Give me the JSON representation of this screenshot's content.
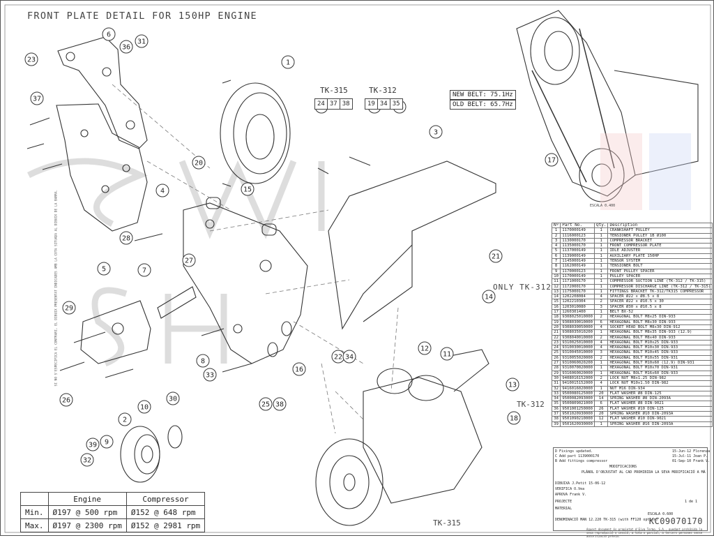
{
  "title": "FRONT PLATE DETAIL FOR 150HP ENGINE",
  "labels": {
    "only_tk312": "ONLY TK-312",
    "tk312_bottom": "TK-312",
    "tk315_bottom": "TK-315",
    "scale_note": "ESCALA 0.400"
  },
  "tk_groups": [
    {
      "name": "TK-315",
      "items": [
        "24",
        "37",
        "38"
      ]
    },
    {
      "name": "TK-312",
      "items": [
        "19",
        "34",
        "35"
      ]
    }
  ],
  "belt_info": {
    "new": "NEW BELT: 75.1Hz",
    "old": "OLD BELT: 65.7Hz"
  },
  "callouts": [
    "1",
    "2",
    "3",
    "4",
    "5",
    "6",
    "7",
    "8",
    "9",
    "10",
    "11",
    "12",
    "13",
    "14",
    "15",
    "16",
    "17",
    "18",
    "19",
    "20",
    "21",
    "22",
    "23",
    "24",
    "25",
    "26",
    "27",
    "28",
    "29",
    "30",
    "31",
    "32",
    "33",
    "34",
    "35",
    "36",
    "37",
    "38",
    "39"
  ],
  "parts_table": {
    "headers": [
      "Nº",
      "Part No.",
      "Qty.",
      "Description"
    ],
    "rows": [
      [
        "1",
        "1170000149",
        "1",
        "CRANKSHAFT PULLEY"
      ],
      [
        "2",
        "1116000123",
        "1",
        "TENSIONER PULLEY 1B Ø100"
      ],
      [
        "3",
        "1130000170",
        "1",
        "COMPRESSOR BRACKET"
      ],
      [
        "4",
        "1135000170",
        "1",
        "FRONT COMPRESSOR PLATE"
      ],
      [
        "5",
        "1137000149",
        "1",
        "IDLE ADJUSTER"
      ],
      [
        "6",
        "1139000149",
        "1",
        "AUXILIARY PLATE 150HP"
      ],
      [
        "7",
        "1145000149",
        "1",
        "TENSOR SYSTEM"
      ],
      [
        "8",
        "1162000149",
        "1",
        "TENSIONER BOLT"
      ],
      [
        "9",
        "1170000123",
        "1",
        "FRONT PULLEY SPACER"
      ],
      [
        "10",
        "1170000149",
        "1",
        "PULLEY SPACER"
      ],
      [
        "11",
        "1171000170",
        "1",
        "COMPRESSOR SUCTION LINE (TK-312 / TK-315)"
      ],
      [
        "12",
        "1172000170",
        "1",
        "COMPRESSOR DISCHARGE LINE (TK-312 / TK-315)"
      ],
      [
        "13",
        "1175000170",
        "1",
        "FITTINGS BRACKET TK-312/TK315 COMPRESSOR"
      ],
      [
        "14",
        "1202208084",
        "4",
        "SPACER Ø22 x Ø8.5 x 8"
      ],
      [
        "15",
        "1202210304",
        "2",
        "SPACER Ø22 x Ø10.5 x 30"
      ],
      [
        "16",
        "1203010080",
        "3",
        "SPACER Ø30 x Ø10.5 x 8"
      ],
      [
        "17",
        "1260301400",
        "1",
        "BELT BX-52"
      ],
      [
        "18",
        "9308025010000",
        "2",
        "HEXAGONAL BOLT M8x25 DIN-933"
      ],
      [
        "19",
        "9308030010000",
        "6",
        "HEXAGONAL BOLT M8x30 DIN-933"
      ],
      [
        "20",
        "9308030050000",
        "4",
        "SOCKET HEAD BOLT M8x30 DIN-912"
      ],
      [
        "21",
        "9308035010200",
        "1",
        "HEXAGONAL BOLT M8x35 DIN-933 (12.9)"
      ],
      [
        "22",
        "9308040010000",
        "2",
        "HEXAGONAL BOLT M8x40 DIN-933"
      ],
      [
        "23",
        "9310025010000",
        "4",
        "HEXAGONAL BOLT M10x25 DIN-933"
      ],
      [
        "24",
        "9310030010000",
        "4",
        "HEXAGONAL BOLT M10x30 DIN-933"
      ],
      [
        "25",
        "9310045010000",
        "3",
        "HEXAGONAL BOLT M10x45 DIN-933"
      ],
      [
        "26",
        "9310055020000",
        "2",
        "HEXAGONAL BOLT M10x55 DIN-931"
      ],
      [
        "27",
        "9310060020200",
        "1",
        "HEXAGONAL BOLT M10x60 (12.9) DIN-931"
      ],
      [
        "28",
        "9310070020000",
        "1",
        "HEXAGONAL BOLT M10x70 DIN-931"
      ],
      [
        "29",
        "9316060020000",
        "1",
        "HEXAGONAL BOLT M16x60 DIN-933"
      ],
      [
        "30",
        "9408016152000",
        "2",
        "LOCK NUT M8x1.25 DIN-982"
      ],
      [
        "31",
        "9410015152000",
        "4",
        "LOCK NUT M10x1.50 DIN-982"
      ],
      [
        "32",
        "9416016020000",
        "1",
        "NUT M16 DIN-934"
      ],
      [
        "33",
        "9500080125000",
        "20",
        "FLAT WASHER Ø8 DIN-125"
      ],
      [
        "34",
        "9500082093000",
        "14",
        "SPRING WASHER Ø8 DIN-2093A"
      ],
      [
        "35",
        "9500809021000",
        "6",
        "FLAT WASHER Ø8 DIN-9021"
      ],
      [
        "36",
        "9501001250000",
        "26",
        "FLAT WASHER Ø10 DIN-125"
      ],
      [
        "37",
        "9501020930000",
        "20",
        "SPRING WASHER Ø10 DIN-2093A"
      ],
      [
        "38",
        "9501090210000",
        "12",
        "FLAT WASHER Ø10 DIN-9021"
      ],
      [
        "39",
        "9501620930000",
        "1",
        "SPRING WASHER Ø16 DIN-2093A"
      ]
    ]
  },
  "performance": {
    "headers": [
      "Engine",
      "Compressor"
    ],
    "rows": [
      {
        "label": "Min.",
        "engine": "Ø197 @ 500 rpm",
        "compressor": "Ø152 @ 648 rpm"
      },
      {
        "label": "Max.",
        "engine": "Ø197 @ 2300 rpm",
        "compressor": "Ø152 @ 2981 rpm"
      }
    ]
  },
  "title_block": {
    "revisions": [
      "D  Fixings updated.",
      "C  Add part 1139000170",
      "B  Add fittings compressor"
    ],
    "revision_dates": [
      "15-Jun-12  Florenza",
      "15-Jul-11  Joan P.",
      "01-Sep-10  Frank V."
    ],
    "heading": "MODIFICACIONS",
    "notice": "PLÀNOL D'OBJUSTAT AL CAD PROHIBIDA LA SEVA MODIFICACIÓ A MÀ",
    "dibuixa": "DIBUIXA  J.Petit  15-06-12",
    "verifica": "VERIFICA  O.Vea",
    "aprova": "APROVA  Frank V.",
    "projecte": "PROJECTE",
    "material": "MATERIAL",
    "denominacio": "DENOMINACIÓ  MAN 12.220 TK-315 (with FF120 option)",
    "escala": "ESCALA 0.600",
    "sheet": "1 de 1",
    "drawing_no": "KC09070170",
    "copyright": "Aquest document és propietat d'Eiva Termo, S.A., quedant prohibida la seva reproducció o cessió, a tota o parcial, a tercers persones sense autorització prèvia."
  },
  "side_note": "SI NO S'ESPECIFICA EL CONTRARI, EL DIBUIX PRESENTAT INDICADES AMB LA COTA SITUADA AL DIBUIX DE LA BARRA."
}
